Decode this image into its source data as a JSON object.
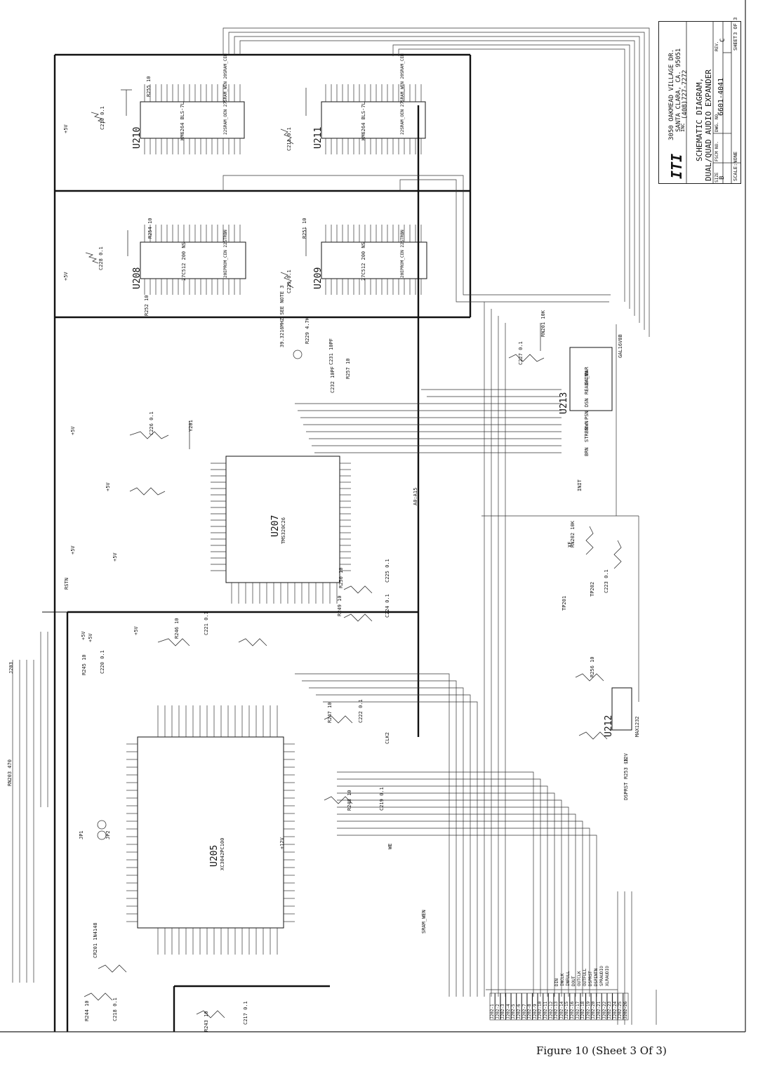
{
  "page": {
    "caption": "Figure 10 (Sheet 3 Of 3)"
  },
  "title_block": {
    "logo_label": "ITI",
    "logo_suffix": "INC",
    "address_1": "3050 OAKMEAD VILLAGE DR.",
    "address_2": "SANTA CLARA, CA. 95051",
    "phone": "(408)727-7272",
    "title_1": "SCHEMATIC DIAGRAM,",
    "title_2": "DUAL/QUAD AUDIO EXPANDER",
    "size_label": "SIZE",
    "size": "B",
    "fscm_label": "FSCM NO.",
    "dwg_label": "DWG. NO.",
    "dwg_no": "6601-4041",
    "rev_label": "REV.",
    "rev": "C",
    "scale_label": "SCALE:NONE",
    "sheet_label": "SHEET",
    "sheet": "3 OF 3"
  },
  "chips": [
    {
      "ref": "U210",
      "part": "KM6264 BLS-7L",
      "note": "22SRAM_OEN 27SRAM_WEN 20SRAM_CEN"
    },
    {
      "ref": "U211",
      "part": "KM6264 BLS-7L",
      "note": "22SRAM_OEN 27SRAM_WEN 20SRAM_CEN"
    },
    {
      "ref": "U208",
      "part": "27C512 200 NS",
      "note": "20EPROM_CEN 22STRBN"
    },
    {
      "ref": "U209",
      "part": "27C512 200 NS",
      "note": "20EPROM_CEN 22STRBN"
    },
    {
      "ref": "U207",
      "part": "TMS320C26"
    },
    {
      "ref": "U213",
      "part": "GAL16V8B"
    },
    {
      "ref": "U205",
      "part": "XC3042PC100"
    },
    {
      "ref": "U212",
      "part": "MAX1232"
    }
  ],
  "labels": [
    "+5V",
    "+5V",
    "+5V",
    "+5V",
    "+5V",
    "+5V",
    "+5V",
    "+5V",
    "+5V",
    "+12V",
    "-12V",
    "R253 10",
    "C210 0.1",
    "R255 10",
    "C211 0.1",
    "R252 10",
    "C228 0.1",
    "R254 10",
    "C229 0.1",
    "R251 10",
    "C226 0.1",
    "Y201",
    "39.3216MHZ SEE NOTE 3",
    "R229 4.7K",
    "C231 10PF",
    "C232 10PF",
    "R257 10",
    "C227 0.1",
    "RN201 10K",
    "RN202 10K",
    "TP201",
    "TP202",
    "XF",
    "C223 0.1",
    "R256 10",
    "R250 10",
    "C225 0.1",
    "R249 10",
    "C224 0.1",
    "R246 10",
    "C221 0.1",
    "R245 10",
    "C220 0.1",
    "R247 10",
    "C222 0.1",
    "R248 10",
    "C219 0.1",
    "R244 10",
    "C218 0.1",
    "R243 10",
    "C217 0.1",
    "CR201 1N4148",
    "JP1",
    "JP2",
    "RN203 470",
    "J203",
    "A0:A15",
    "RSTN",
    "SRAM_WEN",
    "DSPRST",
    "CLK2",
    "BRN",
    "STRBN",
    "RWN",
    "PSN",
    "DSN",
    "READYINN",
    "GA_BAR",
    "INIT",
    "WE"
  ],
  "connector": {
    "ref": "J202",
    "pins": [
      "J202-1",
      "J202-2",
      "J202-3",
      "J202-4",
      "J202-5",
      "J202-6",
      "J202-7",
      "J202-8",
      "J202-9",
      "J202-10",
      "J202-11",
      "J202-12",
      "J202-13",
      "J202-14",
      "J202-15",
      "J202-16",
      "J202-17",
      "J202-18",
      "J202-19",
      "J202-20",
      "J202-21",
      "J202-22",
      "J202-23",
      "J202-24",
      "J202-25",
      "J202-26"
    ],
    "signals": [
      "DIN",
      "INCLK",
      "INFULL",
      "DOUT",
      "OUTCLK",
      "OUTFULL",
      "DSPRST",
      "DSPINTN",
      "SPRAUDIO",
      "XLRAUDIO"
    ]
  }
}
